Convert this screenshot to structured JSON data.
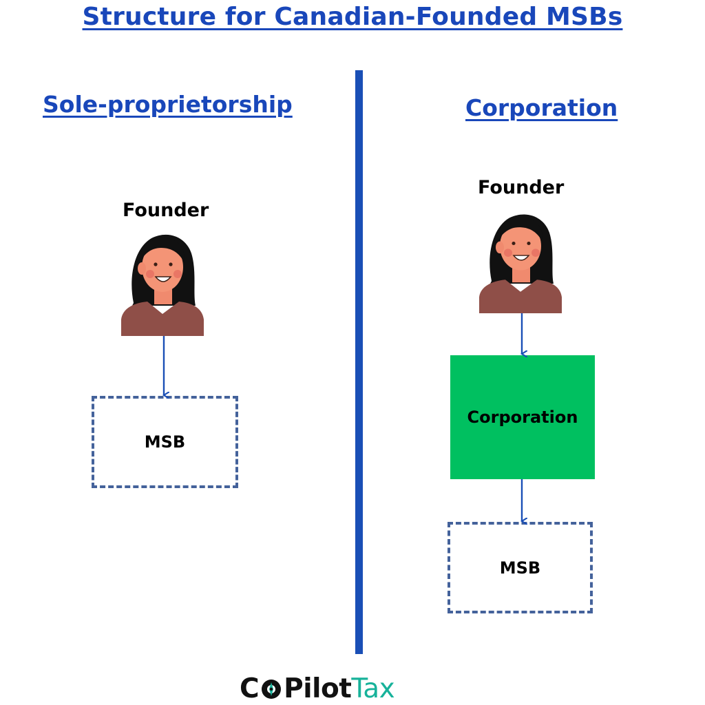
{
  "title": "Structure for Canadian-Founded MSBs",
  "left": {
    "heading": "Sole-proprietorship",
    "founder_label": "Founder",
    "msb_label": "MSB"
  },
  "right": {
    "heading": "Corporation",
    "founder_label": "Founder",
    "corporation_label": "Corporation",
    "msb_label": "MSB"
  },
  "logo": {
    "part1": "C",
    "part2": "Pilot",
    "part3": "Tax"
  },
  "colors": {
    "title_blue": "#1947ba",
    "divider_blue": "#1a4fb6",
    "corporation_green": "#00c060",
    "msb_border": "#44629b",
    "logo_teal": "#17b29a"
  },
  "icons": [
    "founder-avatar-icon",
    "arrow-down-icon"
  ]
}
